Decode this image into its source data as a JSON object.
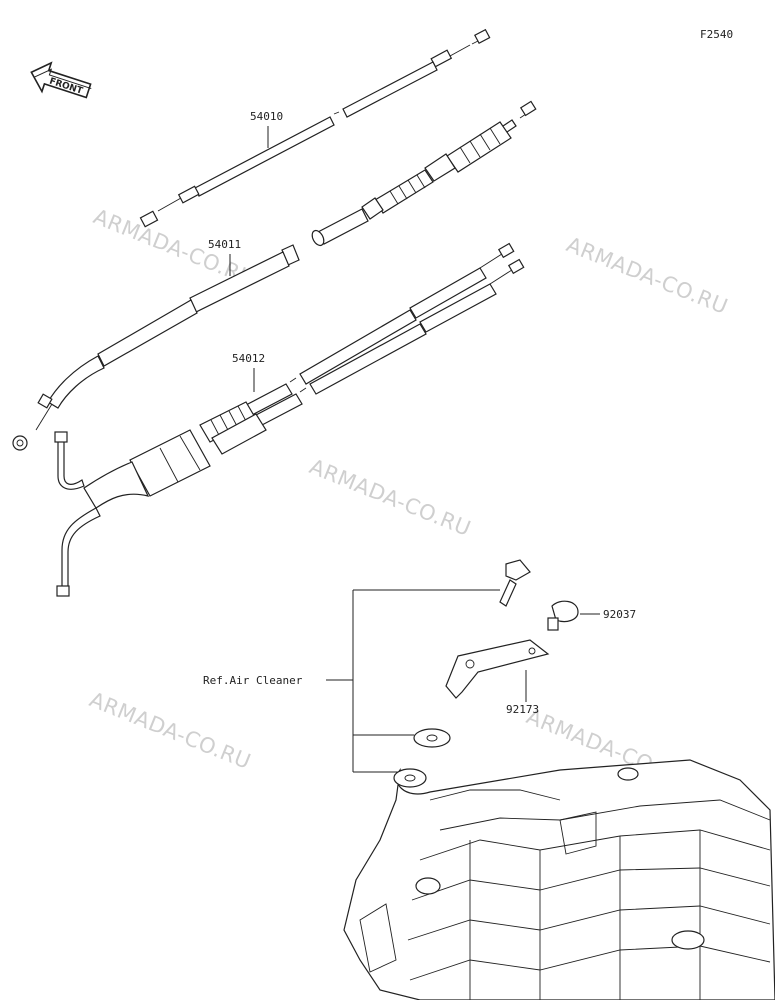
{
  "figure_code": "F2540",
  "front_label": "FRONT",
  "watermark": "ARMADA-CO.RU",
  "parts": [
    {
      "number": "54010"
    },
    {
      "number": "54011"
    },
    {
      "number": "54012"
    },
    {
      "number": "92037"
    },
    {
      "number": "92173"
    }
  ],
  "reference_label": "Ref.Air Cleaner"
}
